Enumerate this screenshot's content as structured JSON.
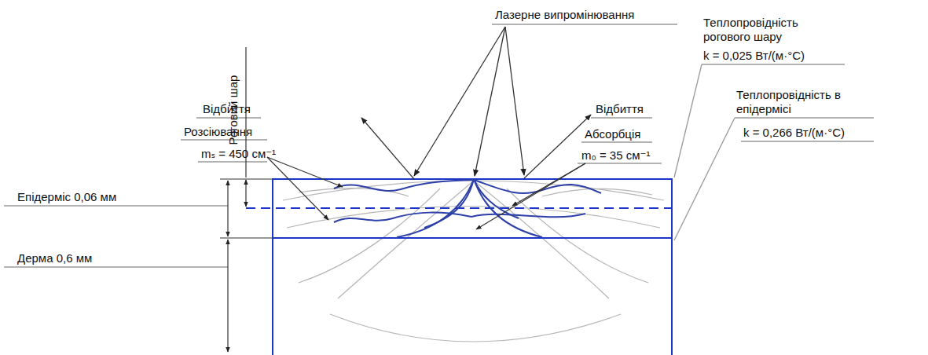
{
  "diagram": {
    "labels": [
      "Лазерне випромінювання",
      "Роговий шар",
      "Відбиття",
      "Розсіювання",
      "mₛ = 450 см⁻¹",
      "Відбиття",
      "Абсорбція",
      "m₀ = 35 см⁻¹",
      "Теплопровідність рогового шару",
      "k = 0,025 Вт/(м·°C)",
      "Епідерміс 0,06 мм",
      "Теплопровідність в епідермісі",
      "k = 0,266 Вт/(м·°C)",
      "Дерма 0,6 мм"
    ]
  }
}
